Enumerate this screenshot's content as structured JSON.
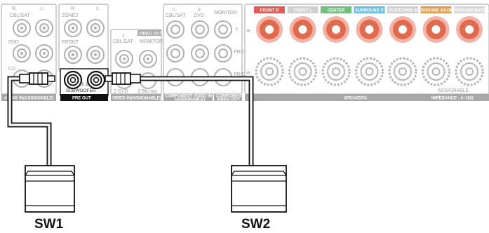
{
  "panel": {
    "audio_in": {
      "inputs": [
        "CBL/SAT",
        "DVD",
        "CD"
      ],
      "bar_label": "AUDIO IN(ASSIGNABLE)",
      "ch_r": "R",
      "ch_l": "L"
    },
    "zone_block": {
      "zone2": "ZONE2",
      "front": "FRONT",
      "ch_r": "R",
      "ch_l": "L"
    },
    "pre_out": {
      "bar_label": "PRE OUT",
      "subwoofer": "SUBWOOFER",
      "ch1": "1",
      "ch2": "2"
    },
    "video_in": {
      "cbl_sat": "CBL/SAT",
      "one": "1",
      "video_out": "VIDEO OUT",
      "monitor": "MONITOR",
      "dvd2": "2 DVD",
      "bluray3": "3 Blu-ray",
      "bar_label": "VIDEO IN(ASSIGNABLE)"
    },
    "component": {
      "cbl_sat": "CBL/SAT",
      "dvd": "DVD",
      "ch1": "1",
      "ch2": "2",
      "monitor": "MONITOR",
      "y": "Y",
      "pb": "PB/CB",
      "pr": "PR/CR",
      "in_bar_line1": "COMPONENT VIDEO IN",
      "in_bar_line2": "(ASSIGNABLE)",
      "out_bar_line1": "COMPONENT",
      "out_bar_line2": "VIDEO OUT"
    },
    "speakers": {
      "channels": [
        {
          "label": "FRONT R",
          "color": "#e45a55"
        },
        {
          "label": "FRONT L",
          "color": "#d0d0d0"
        },
        {
          "label": "CENTER",
          "color": "#6fc07a"
        },
        {
          "label": "SURROUND R",
          "color": "#69bfe0"
        },
        {
          "label": "SURROUND L",
          "color": "#cfcfcf"
        },
        {
          "label": "SURROUND BACK R",
          "color": "#e69a4a"
        },
        {
          "label": "SURROUND BACK L",
          "color": "#d8d8d8"
        }
      ],
      "assignable": "ASSIGNABLE",
      "bar_label": "SPEAKERS",
      "impedance": "IMPEDANCE : 4~16Ω",
      "plus": "⊕",
      "minus": "⊖"
    }
  },
  "subwoofers": {
    "sw1": "SW1",
    "sw2": "SW2"
  },
  "colors": {
    "panel_line": "#aaaaaa",
    "panel_fill": "#ffffff",
    "bar_fill": "#a8a8a8",
    "pre_out_fill": "#111111",
    "cable": "#1a1a1a",
    "terminal_ring": "#f2b3a6",
    "terminal_core": "#e06a4e"
  }
}
